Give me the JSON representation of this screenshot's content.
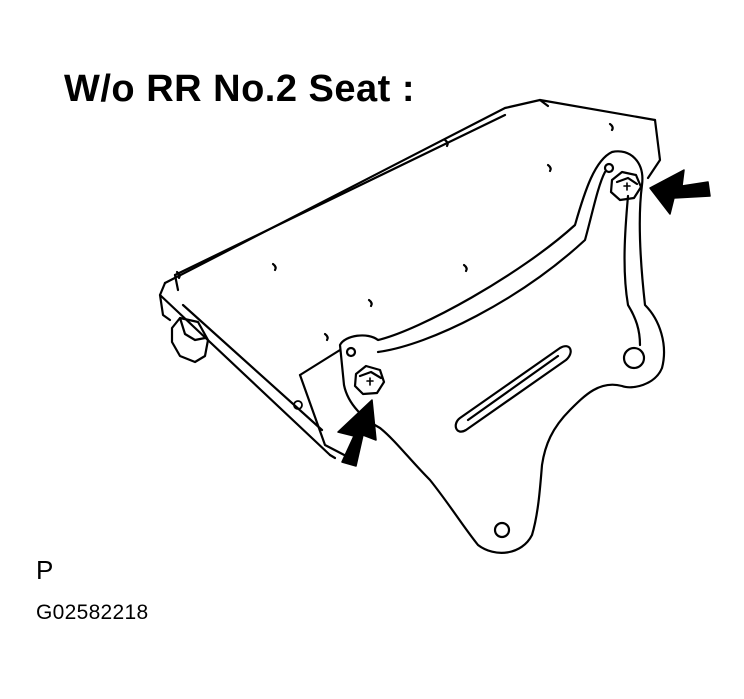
{
  "diagram": {
    "title": "W/o RR No.2 Seat :",
    "code_letter": "P",
    "figure_id": "G02582218",
    "colors": {
      "line": "#000000",
      "background": "#ffffff"
    },
    "icons": [
      "arrow-icon",
      "arrow-icon"
    ]
  }
}
